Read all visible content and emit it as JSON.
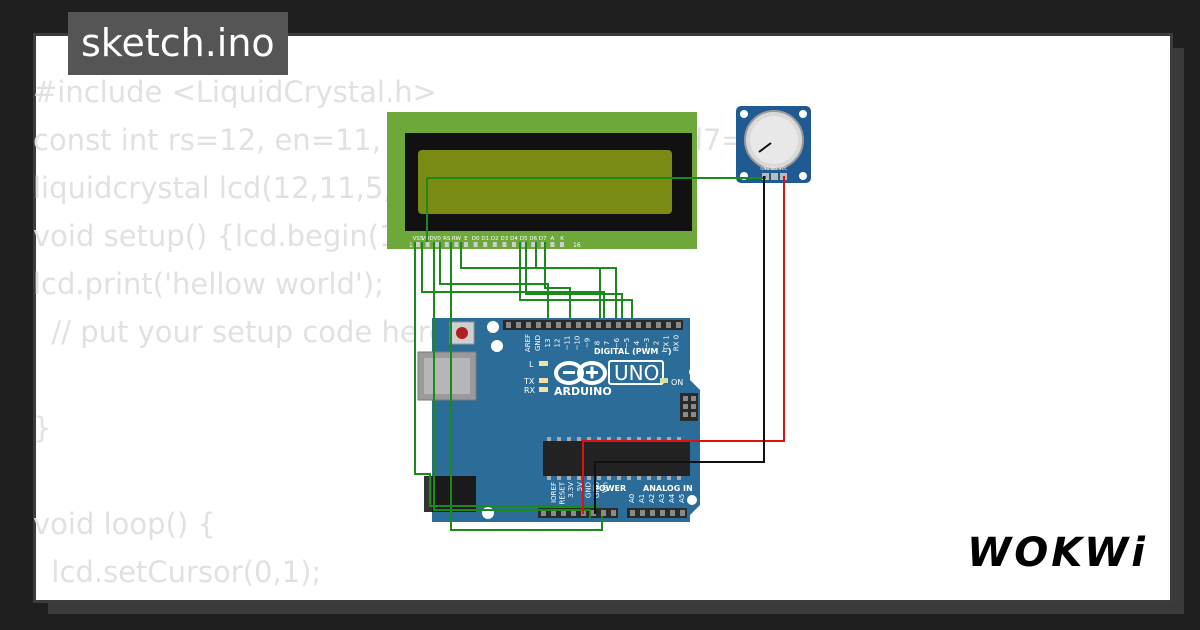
{
  "file_tab": {
    "label": "sketch.ino"
  },
  "code_lines": [
    "#include <LiquidCrystal.h>",
    "const int rs=12, en=11, d4=5, d5=4, d6=3, d7=2;",
    "liquidcrystal lcd(12,11,5,4,3,2);",
    "void setup() {lcd.begin(16,2);",
    "lcd.print('hellow world');",
    "  // put your setup code here, to run once:",
    "",
    "}",
    "",
    "void loop() {",
    "  lcd.setCursor(0,1);"
  ],
  "lcd": {
    "pin_labels": [
      "VSS",
      "VDD",
      "V0",
      "RS",
      "RW",
      "E",
      "D0",
      "D1",
      "D2",
      "D3",
      "D4",
      "D5",
      "D6",
      "D7",
      "A",
      "K"
    ],
    "first_pin": "1",
    "last_pin": "16"
  },
  "potentiometer": {
    "pin_labels": [
      "GND",
      "SIG",
      "VCC"
    ]
  },
  "arduino": {
    "model": "UNO",
    "brand": "ARDUINO",
    "digital_header_label": "DIGITAL (PWM ~)",
    "digital_pins": [
      "AREF",
      "GND",
      "13",
      "12",
      "~11",
      "~10",
      "~9",
      "8",
      "7",
      "~6",
      "~5",
      "4",
      "~3",
      "2",
      "TX 1",
      "RX 0"
    ],
    "indicator_l": "L",
    "indicator_tx": "TX",
    "indicator_rx": "RX",
    "on_label": "ON",
    "power_label": "POWER",
    "power_pins": [
      "IOREF",
      "RESET",
      "3.3V",
      "5V",
      "GND",
      "GND",
      "Vin"
    ],
    "analog_label": "ANALOG IN",
    "analog_pins": [
      "A0",
      "A1",
      "A2",
      "A3",
      "A4",
      "A5"
    ]
  },
  "brand": {
    "name": "WOKWi"
  },
  "colors": {
    "arduino_board": "#2b6c99",
    "lcd_frame": "#6ea83a",
    "lcd_screen": "#7b8a12",
    "pot_board": "#1f5a92",
    "wire_green": "#1a8a1a",
    "wire_red": "#e01010",
    "wire_black": "#111111"
  }
}
